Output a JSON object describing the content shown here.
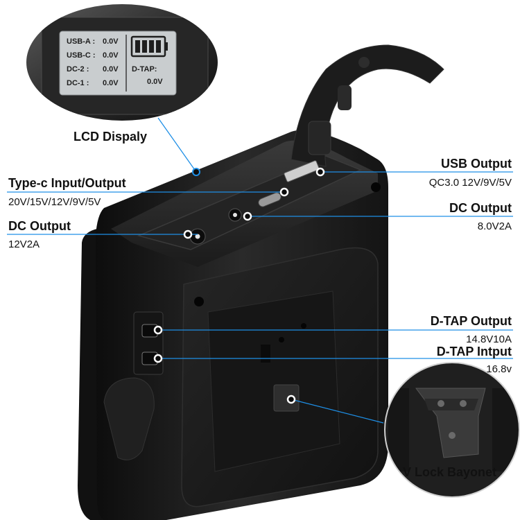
{
  "lcd": {
    "rows": [
      {
        "name": "USB-A :",
        "value": "0.0V"
      },
      {
        "name": "USB-C :",
        "value": "0.0V"
      },
      {
        "name": "DC-2 :",
        "value": "0.0V"
      },
      {
        "name": "DC-1 :",
        "value": "0.0V"
      }
    ],
    "dtap_name": "D-TAP:",
    "dtap_value": "0.0V",
    "battery_level": 1.0
  },
  "callouts": {
    "lcd_display": {
      "title": "LCD Dispaly"
    },
    "typec": {
      "title": "Type-c Input/Output",
      "sub": "20V/15V/12V/9V/5V"
    },
    "dc_left": {
      "title": "DC Output",
      "sub": "12V2A"
    },
    "usb": {
      "title": "USB Output",
      "sub": "QC3.0 12V/9V/5V"
    },
    "dc_right": {
      "title": "DC Output",
      "sub": "8.0V2A"
    },
    "dtap_out": {
      "title": "D-TAP Output",
      "sub": "14.8V10A"
    },
    "dtap_in": {
      "title": "D-TAP Intput",
      "sub": "16.8v"
    },
    "vlock": {
      "title": "V Lock Bayonet"
    }
  },
  "colors": {
    "accent_line": "#1e8fe6",
    "body": "#1a1a1a",
    "lcd_bg": "#c9cdcf"
  }
}
